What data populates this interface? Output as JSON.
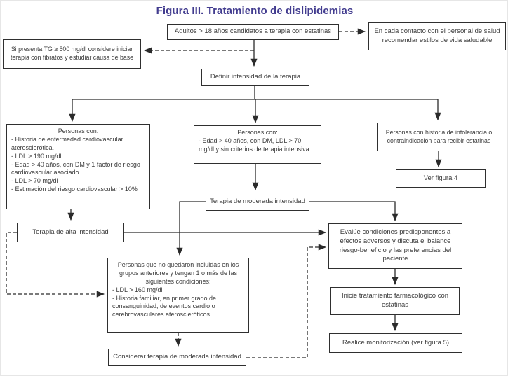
{
  "title": "Figura III. Tratamiento de dislipidemias",
  "colors": {
    "title": "#423c8f",
    "box_border": "#2f2f2f",
    "text": "#3b3b3b",
    "background": "#ffffff"
  },
  "nodes": {
    "adultos": {
      "text": "Adultos > 18 años candidatos a terapia con estatinas"
    },
    "contacto": {
      "text": "En cada contacto con el personal de salud recomendar estilos de vida saludable"
    },
    "fibratos": {
      "text": "Si presenta TG ≥ 500 mg/dl considere iniciar terapia con fibratos y estudiar causa de base"
    },
    "definir": {
      "text": "Definir intensidad de la terapia"
    },
    "grupo_alta": {
      "title": "Personas con:",
      "items": [
        "- Historia de enfermedad cardiovascular aterosclerótica.",
        "- LDL > 190 mg/dl",
        "- Edad > 40 años, con DM y 1 factor de riesgo cardiovascular asociado",
        "- LDL > 70 mg/dl",
        "- Estimación del riesgo cardiovascular > 10%"
      ]
    },
    "grupo_moderada": {
      "title": "Personas con:",
      "items": [
        "- Edad > 40 años, con DM, LDL > 70 mg/dl y sin criterios de terapia intensiva"
      ]
    },
    "grupo_intolerancia": {
      "text": "Personas con historia de intolerancia o contraindicación para recibir estatinas"
    },
    "ver_figura4": {
      "text": "Ver figura 4"
    },
    "terapia_moderada": {
      "text": "Terapia de moderada intensidad"
    },
    "terapia_alta": {
      "text": "Terapia de alta intensidad"
    },
    "grupo_otros": {
      "title": "Personas que no quedaron incluidas en los grupos anteriores y tengan 1 o más de las siguientes condiciones:",
      "items": [
        "- LDL > 160 mg/dl",
        "- Historia familiar, en primer grado de consanguinidad, de eventos cardio o cerebrovasculares ateroscleróticos"
      ]
    },
    "evalue": {
      "text": "Evalúe condiciones predisponentes a efectos adversos y discuta el balance riesgo-beneficio y las preferencias del paciente"
    },
    "inicie": {
      "text": "Inicie tratamiento farmacológico con estatinas"
    },
    "realice": {
      "text": "Realice monitorización (ver figura 5)"
    },
    "considerar": {
      "text": "Considerar terapia de moderada intensidad"
    }
  }
}
